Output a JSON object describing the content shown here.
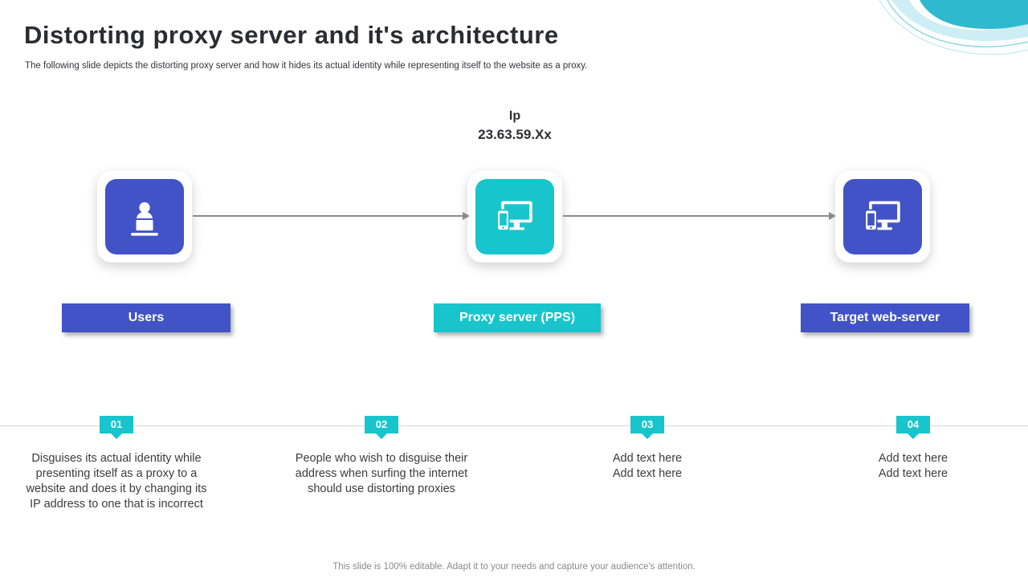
{
  "colors": {
    "blue": "#4153C6",
    "teal": "#18C5CD",
    "title": "#2B2B33",
    "arrow": "#8A8A8A"
  },
  "header": {
    "title": "Distorting proxy server and it's architecture",
    "subtitle": "The following slide depicts the distorting proxy server and how it hides its actual identity while representing itself to the website as a proxy."
  },
  "diagram": {
    "ip_title": "Ip",
    "ip_value": "23.63.59.Xx",
    "nodes": [
      {
        "label": "Users",
        "icon": "user-laptop-icon",
        "color": "#4153C6"
      },
      {
        "label": "Proxy server (PPS)",
        "icon": "monitor-phone-icon",
        "color": "#18C5CD"
      },
      {
        "label": "Target web-server",
        "icon": "monitor-phone-icon",
        "color": "#4153C6"
      }
    ]
  },
  "steps": [
    {
      "number": "01",
      "text": "Disguises its actual identity while presenting itself as a proxy to a website and does it by changing its IP address to one that is incorrect"
    },
    {
      "number": "02",
      "text": "People who wish to disguise their address when surfing the internet should use distorting proxies"
    },
    {
      "number": "03",
      "text": "Add text here\nAdd text here"
    },
    {
      "number": "04",
      "text": "Add text here\nAdd text here"
    }
  ],
  "footer": {
    "note": "This slide is 100% editable. Adapt it to your needs and capture your audience's attention."
  }
}
